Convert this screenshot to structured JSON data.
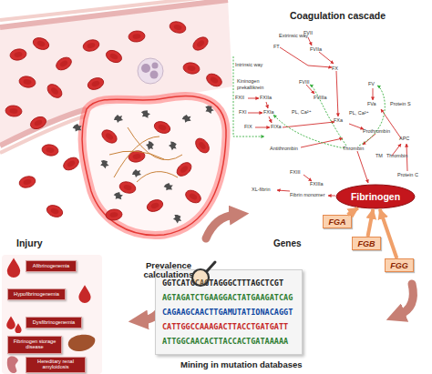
{
  "diagram": {
    "nodes": [
      {
        "text": [
          "Fibrinogen"
        ]
      },
      {
        "text": [
          "FGA"
        ]
      },
      {
        "text": [
          "FGB"
        ]
      },
      {
        "text": [
          "FGG"
        ]
      },
      {
        "text": [
          "GGTCATGCAGTAGGGCTTTAGCTCGT",
          "AGTAGATCTGAAGGACTATGAAGATCAG",
          "CAGAAGCAACTTGAMUTATIONACAGGT",
          "CATTGGCCAAAGACTTACCTGATGATT",
          "ATTGGCAACACTTACCACTGATAAAAA"
        ]
      },
      {
        "text": [
          "Afibrinogenemia"
        ]
      },
      {
        "text": [
          "Hypofibrinogenemia"
        ]
      },
      {
        "text": [
          "Dysfibrinogenemia"
        ]
      },
      {
        "text": [
          "Fibrinogen storage disease"
        ]
      },
      {
        "text": [
          "Hereditary renal amyloidosis"
        ]
      }
    ],
    "edges": [
      {
        "from": 1,
        "to": 0,
        "arrow": "to"
      },
      {
        "from": 2,
        "to": 0,
        "arrow": "to"
      },
      {
        "from": 3,
        "to": 0,
        "arrow": "to"
      }
    ],
    "labels": [
      "Coagulation cascade",
      "Injury",
      "Genes",
      "Prevalence calculations",
      "Mining in mutation databases",
      "Extrinsic way",
      "Intrinsic way",
      "FVII",
      "FT",
      "FVIIa",
      "Kininogen",
      "prekallikrein",
      "FXII",
      "FXIIa",
      "FXI",
      "FXIa",
      "FIX",
      "FIXa",
      "FVIII",
      "FVIIIa",
      "PL, Ca²⁺",
      "FX",
      "FXa",
      "FV",
      "FVa",
      "Protein S",
      "PL, Ca²⁺",
      "Prothrombin",
      "Thrombin",
      "Antithrombin",
      "TM",
      "Thrombin",
      "APC",
      "Protein C",
      "FXIII",
      "FXIIIa",
      "Fibrin monomer",
      "XL-fibrin"
    ]
  }
}
